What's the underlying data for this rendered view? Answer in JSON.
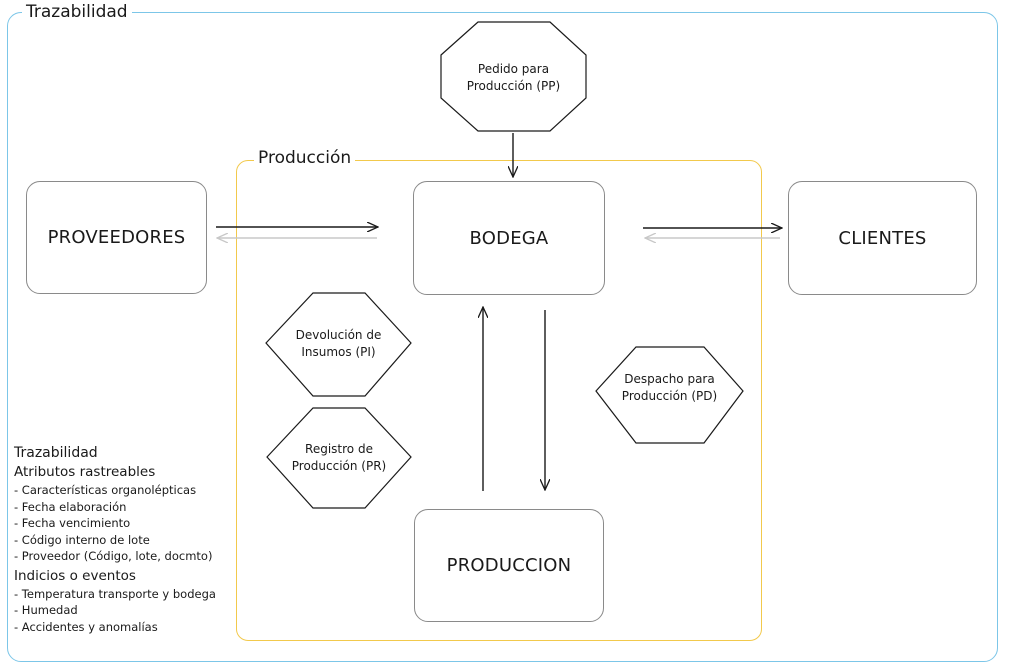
{
  "outer_frame": {
    "title": "Trazabilidad"
  },
  "production_frame": {
    "title": "Producción"
  },
  "nodes": {
    "proveedores": "PROVEEDORES",
    "bodega": "BODEGA",
    "clientes": "CLIENTES",
    "produccion": "PRODUCCION"
  },
  "hexagons": {
    "pedido": [
      "Pedido para",
      "Producción (PP)"
    ],
    "devolucion": [
      "Devolución de",
      "Insumos (PI)"
    ],
    "registro": [
      "Registro de",
      "Producción (PR)"
    ],
    "despacho": [
      "Despacho para",
      "Producción (PD)"
    ]
  },
  "legend": {
    "title": "Trazabilidad",
    "attributes_heading": "Atributos rastreables",
    "attributes": [
      "- Características organolépticas",
      "- Fecha elaboración",
      "- Fecha vencimiento",
      "- Código interno de lote",
      "- Proveedor (Código, lote, docmto)"
    ],
    "events_heading": "Indicios o eventos",
    "events": [
      "- Temperatura transporte y bodega",
      "- Humedad",
      "- Accidentes y anomalías"
    ]
  },
  "colors": {
    "outer_frame": "#7cc6e8",
    "production_frame": "#f2c94c",
    "arrow": "#1a1a1a",
    "return_arrow": "#c8c8c8"
  }
}
